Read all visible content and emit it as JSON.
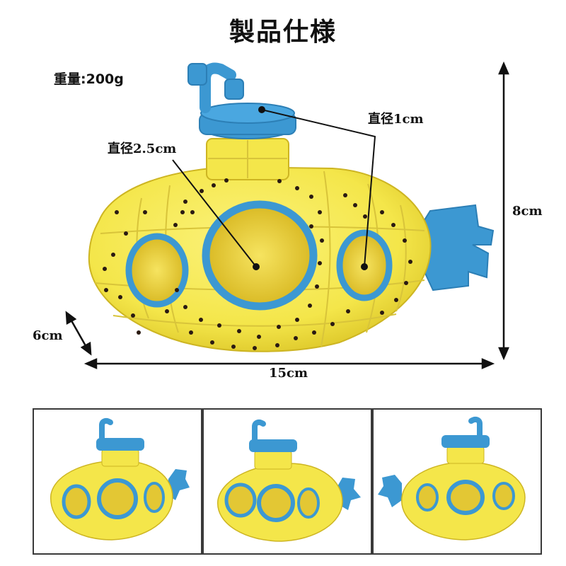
{
  "title": "製品仕様",
  "weight_label": "重量:200g",
  "labels": {
    "diameter_large": "直径2.5cm",
    "diameter_small": "直径1cm",
    "height": "8cm",
    "width": "15cm",
    "depth": "6cm"
  },
  "colors": {
    "body_yellow": "#f4e64a",
    "body_shadow": "#e2cf2c",
    "accent_blue": "#3c98d2",
    "rivet": "#2a1a12",
    "line": "#111111"
  },
  "thumbnails": [
    {
      "view": "front-left",
      "subject": "yellow-submarine"
    },
    {
      "view": "front-right",
      "subject": "yellow-submarine"
    },
    {
      "view": "rear",
      "subject": "yellow-submarine"
    }
  ]
}
